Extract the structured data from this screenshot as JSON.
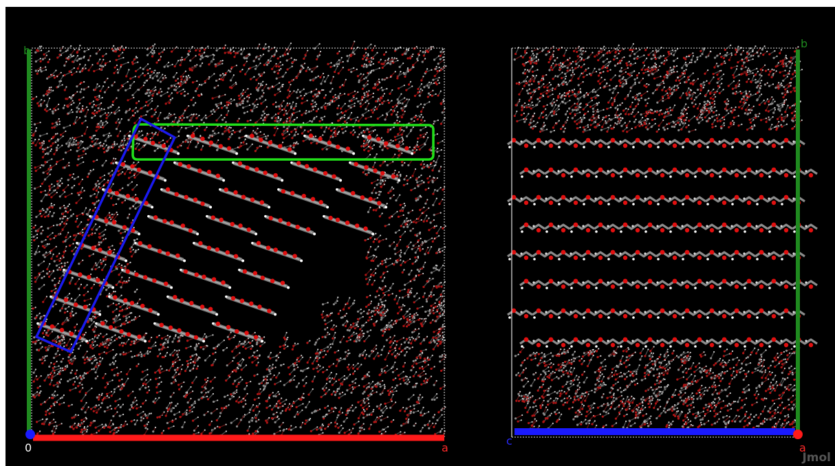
{
  "left_view": {
    "axis_labels": {
      "b": "b",
      "origin": "0",
      "a": "a"
    },
    "colors": {
      "a_axis": "#ff1a1a",
      "b_axis": "#1f8a1f",
      "c_axis": "#1a1aff",
      "highlight_row": "#22e01a",
      "highlight_column": "#1a1aee",
      "cell_edge": "#e6e6e6"
    }
  },
  "right_view": {
    "axis_labels": {
      "b": "b",
      "c": "c",
      "a": "a"
    },
    "colors": {
      "c_axis": "#1a1aff",
      "b_axis": "#1f8a1f",
      "a_axis": "#ff1a1a",
      "cell_edge": "#e6e6e6"
    }
  },
  "atom_colors": {
    "oxygen": "#e01010",
    "carbon": "#909090",
    "hydrogen": "#ffffff"
  },
  "watermark": "Jmol"
}
